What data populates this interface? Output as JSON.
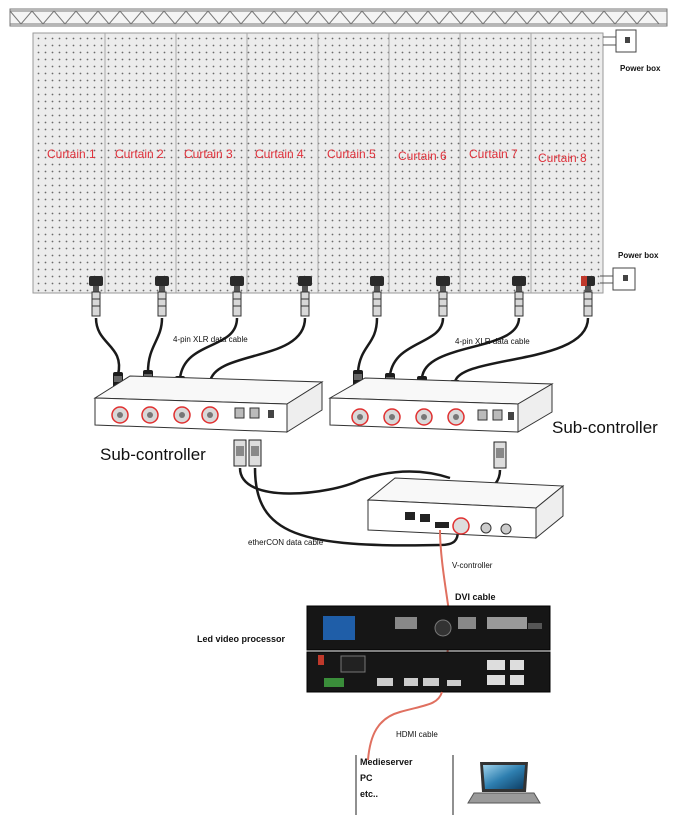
{
  "curtains": [
    "Curtain 1",
    "Curtain 2",
    "Curtain 3",
    "Curtain 4",
    "Curtain 5",
    "Curtain 6",
    "Curtain 7",
    "Curtain 8"
  ],
  "labels": {
    "power_box_top": "Power box",
    "power_box_bottom": "Power box",
    "xlr_cable_left": "4-pin XLR data cable",
    "xlr_cable_right": "4-pin XLR data cable",
    "sub_controller_left": "Sub-controller",
    "sub_controller_right": "Sub-controller",
    "ethercon_cable": "etherCON data cable",
    "v_controller": "V-controller",
    "dvi_cable": "DVI cable",
    "led_processor": "Led video processor",
    "hdmi_cable": "HDMI cable",
    "source_lines": [
      "Medieserver",
      "PC",
      "etc.."
    ]
  },
  "colors": {
    "curtain_text": "#e0303a",
    "cable_red": "#e07060",
    "dark": "#1a1a1a"
  }
}
